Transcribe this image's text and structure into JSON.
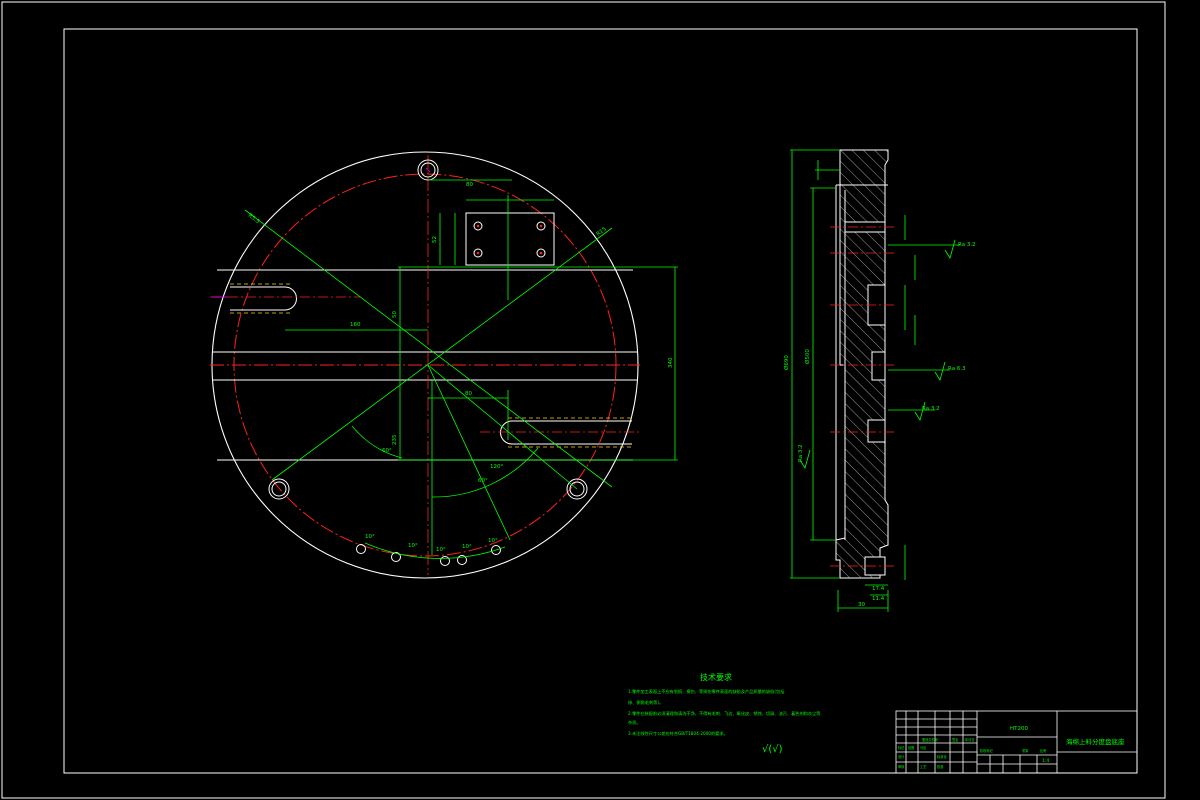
{
  "colors": {
    "background": "#000000",
    "outline": "#ffffff",
    "centerline": "#ff2020",
    "dimension": "#00ff00",
    "hidden_line": "#ffd200",
    "accent_magenta": "#ff00ff"
  },
  "front_view": {
    "dims": {
      "top_width": "80",
      "small_height": "52",
      "right_overall": "340",
      "left_offset": "160",
      "slot_width": "50",
      "center_vertical": "235",
      "slot_offset": "80",
      "arc_angle_left": "60°",
      "arc_angle_right": "60°",
      "arc_bottom": "120°",
      "radius_label_1": "R5.5",
      "radius_label_2": "R15"
    },
    "bolt_arc_labels": [
      "10°",
      "10°",
      "10°",
      "10°",
      "10°"
    ]
  },
  "side_view": {
    "dims": {
      "overall_height": "Ø690",
      "inner_dia": "Ø500",
      "bottom_total": "30",
      "bottom_small": "17.4",
      "bottom_small_2": "11.4"
    },
    "roughness_labels": [
      "Ra 3.2",
      "Ra 6.3",
      "Ra 3.2",
      "Ra 3.2"
    ]
  },
  "technical_requirements": {
    "title": "技术要求",
    "items": [
      "1.零件加工表面上不应有划痕、擦伤、等损伤零件表面的缺陷及产品质量的缺陷(包括",
      "修、倒角毛刺等)。",
      "2.零件在装配前必须清理和清洗干净，不得有毛刺、飞边、氧化皮、锈蚀、切屑、油污、着色剂和灰尘等",
      "杂质。",
      "3.未注线性尺寸公差应符合GB/T1804-2000的要求。"
    ],
    "roughness_symbol": "√(√)"
  },
  "title_block": {
    "drawing_title": "海绵上料分度盘底座",
    "material": "HT200",
    "scale": "1:4",
    "rows": [
      "标记",
      "处数",
      "分区",
      "更改文件号",
      "签名",
      "年月日",
      "设计",
      "标准化",
      "阶段标记",
      "重量",
      "比例",
      "审核",
      "工艺",
      "批准"
    ]
  }
}
